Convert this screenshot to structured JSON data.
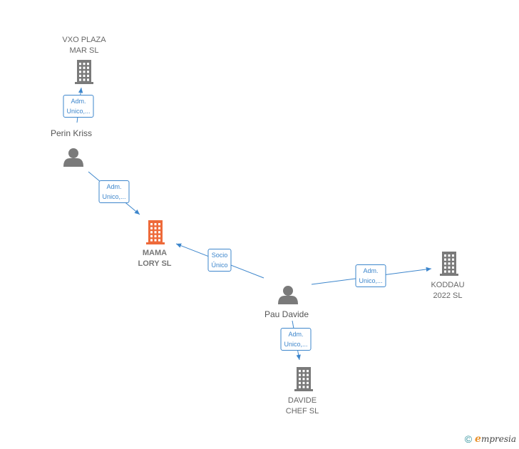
{
  "colors": {
    "edge": "#3d86cc",
    "company": "#7a7a7a",
    "company_highlight": "#ee6a3a",
    "person": "#7a7a7a"
  },
  "nodes": [
    {
      "id": "vxo",
      "kind": "company",
      "icon": "building-icon",
      "label": "VXO PLAZA\nMAR  SL"
    },
    {
      "id": "perin",
      "kind": "person",
      "icon": "person-icon",
      "label": "Perin Kriss"
    },
    {
      "id": "mama",
      "kind": "company",
      "icon": "building-icon",
      "label": "MAMA\nLORY  SL",
      "highlight": true
    },
    {
      "id": "pau",
      "kind": "person",
      "icon": "person-icon",
      "label": "Pau Davide"
    },
    {
      "id": "koddau",
      "kind": "company",
      "icon": "building-icon",
      "label": "KODDAU\n2022  SL"
    },
    {
      "id": "davide",
      "kind": "company",
      "icon": "building-icon",
      "label": "DAVIDE\nCHEF  SL"
    }
  ],
  "edges": [
    {
      "from": "perin",
      "to": "vxo",
      "label": "Adm.\nUnico,..."
    },
    {
      "from": "perin",
      "to": "mama",
      "label": "Adm.\nUnico,..."
    },
    {
      "from": "pau",
      "to": "mama",
      "label": "Socio\nÚnico"
    },
    {
      "from": "pau",
      "to": "koddau",
      "label": "Adm.\nUnico,..."
    },
    {
      "from": "pau",
      "to": "davide",
      "label": "Adm.\nUnico,..."
    }
  ],
  "footer": {
    "copyright": "©",
    "brand_initial": "e",
    "brand_rest": "mpresia"
  }
}
